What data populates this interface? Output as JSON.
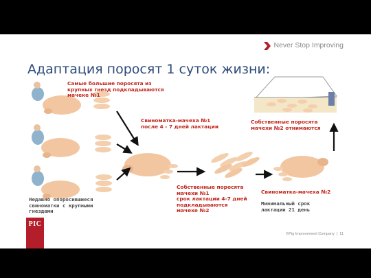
{
  "header": {
    "tagline": "Never Stop Improving",
    "title": "Адаптация поросят 1 суток жизни:"
  },
  "diagram": {
    "label_large_piglets": [
      "Самые большие поросята из",
      "крупных гнезд подкладываются",
      "мачеке №1"
    ],
    "label_sow1": [
      "Свиноматка-мачеха №1",
      "после 4 - 7 дней лактации"
    ],
    "label_own_piglets_weaned": [
      "Собственные поросята",
      "мачехи №2 отнимаются"
    ],
    "label_own_piglets_sow1": [
      "Собственные поросята",
      "мачехи №1",
      "срок лактации 4-7 дней",
      "подкладываются",
      "мачехе №2"
    ],
    "label_sow2": [
      "Свиноматка-мачеха №2"
    ],
    "label_recent_farrowed": [
      "Недавно опоросившиеся",
      "свиноматки с крупными",
      "гнездами"
    ],
    "label_min_lactation": [
      "Минимальный срок",
      "лактации 21 день"
    ]
  },
  "footer": {
    "company": "©Pig Improvement Company",
    "separator": "|",
    "page_number": "11"
  },
  "logo": {
    "text": "PIC"
  },
  "colors": {
    "accent": "#c0261c",
    "title": "#2d4a7a",
    "logo": "#b41e2a"
  }
}
